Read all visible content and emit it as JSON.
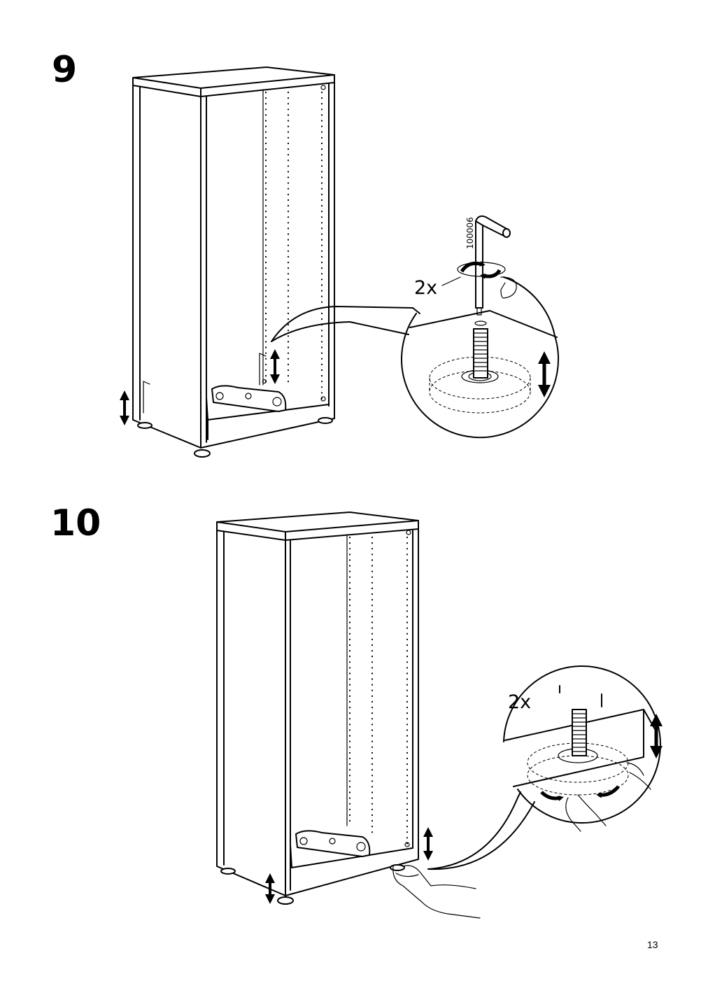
{
  "page": {
    "number": "13"
  },
  "steps": [
    {
      "number": "9",
      "quantity": "2x",
      "tool_part_number": "100006"
    },
    {
      "number": "10",
      "quantity": "2x"
    }
  ]
}
